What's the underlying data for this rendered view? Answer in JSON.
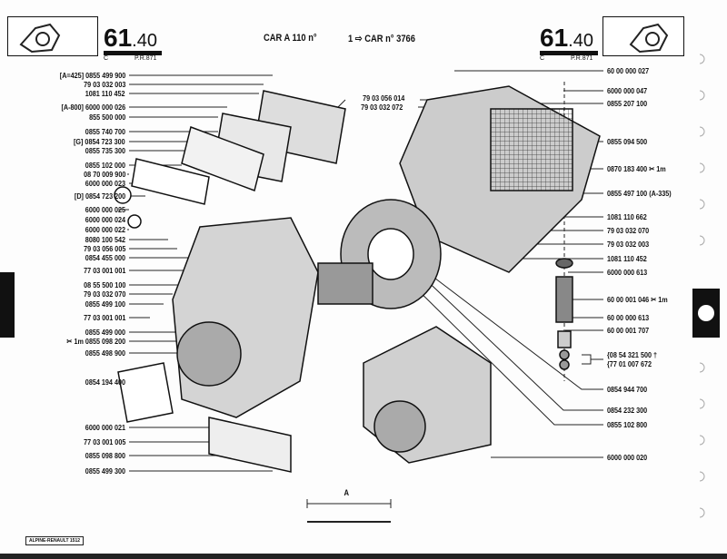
{
  "header": {
    "section_main": "61",
    "section_sub": ".40",
    "code_left": "C",
    "pr_left": "P.R.871",
    "code_right": "C",
    "pr_right": "P.R.871",
    "model": "CAR A 110 n°",
    "range": "1 ⇨ CAR n° 3766"
  },
  "left_labels": [
    "[A=425] 0855 499 900",
    "79 03 032 003",
    "1081 110 452",
    "[A-800] 6000 000 026",
    "855 500 000",
    "0855 740 700",
    "[G] 0854 723 300",
    "0855 735 300",
    "0855 102 000",
    "08 70 009 900",
    "6000 000 023",
    "[D] 0854 723 200",
    "6000 000 025",
    "6000 000 024",
    "6000 000 022",
    "8080 100 542",
    "79 03 056 005",
    "0854 455 000",
    "77 03 001 001",
    "08 55 500 100",
    "79 03 032 070",
    "0855 499 100",
    "77 03 001 001",
    "0855 499 000",
    "✂ 1m 0855 098 200",
    "0855 498 900",
    "0854 194 400",
    "6000 000 021",
    "77 03 001 005",
    "0855 098 800",
    "0855 499 300"
  ],
  "right_labels": [
    "60 00 000 027",
    "6000 000 047",
    "0855 207 100",
    "0855 094 500",
    "0870 183 400 ✂ 1m",
    "0855 497 100 (A-335)",
    "1081 110 662",
    "79 03 032 070",
    "79 03 032 003",
    "1081 110 452",
    "6000 000 613",
    "60 00 001 046 ✂ 1m",
    "60 00 000 613",
    "60 00 001 707",
    "{08 54 321 500 †",
    "{77 01 007 672",
    "0854 944 700",
    "0854 232 300",
    "0855 102 800",
    "6000 000 020"
  ],
  "middle_labels": [
    "79 03 056 014",
    "79 03 032 072"
  ],
  "dimension_label": "A",
  "footer_stamp": "ALPINE-RENAULT 1512"
}
